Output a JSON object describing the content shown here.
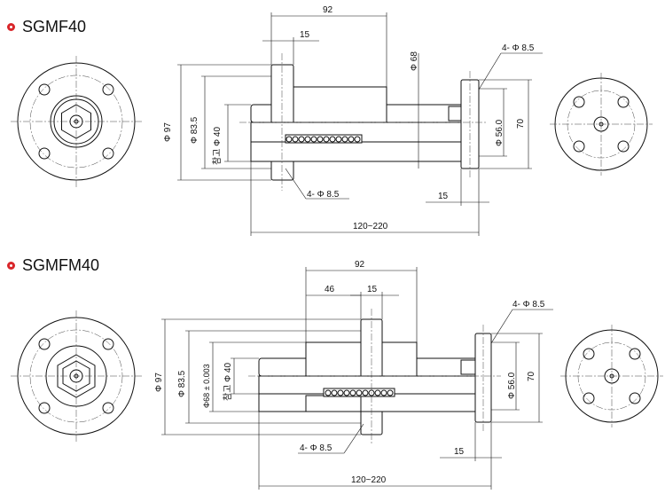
{
  "drawing_1": {
    "title": "SGMF40",
    "dims": {
      "overall_flange_pos": "92",
      "flange_thk": "15",
      "d68": "Φ 68",
      "holes_right": "4- Φ 8.5",
      "d97": "Φ 97",
      "d83": "Φ 83.5",
      "ref40": "참고 Φ 40",
      "d56": "Φ 56.0",
      "h70": "70",
      "holes_left": "4- Φ 8.5",
      "flange_thk2": "15",
      "stroke": "120~220"
    }
  },
  "drawing_2": {
    "title": "SGMFM40",
    "dims": {
      "overall": "92",
      "body": "46",
      "flange_thk": "15",
      "holes_right": "4- Φ 8.5",
      "d97": "Φ 97",
      "d83": "Φ 83.5",
      "d68_tol": "Φ68 ± 0.003",
      "ref40": "참고 Φ 40",
      "d56": "Φ 56.0",
      "h70": "70",
      "holes_left": "4- Φ 8.5",
      "flange_thk2": "15",
      "stroke": "120~220"
    }
  }
}
